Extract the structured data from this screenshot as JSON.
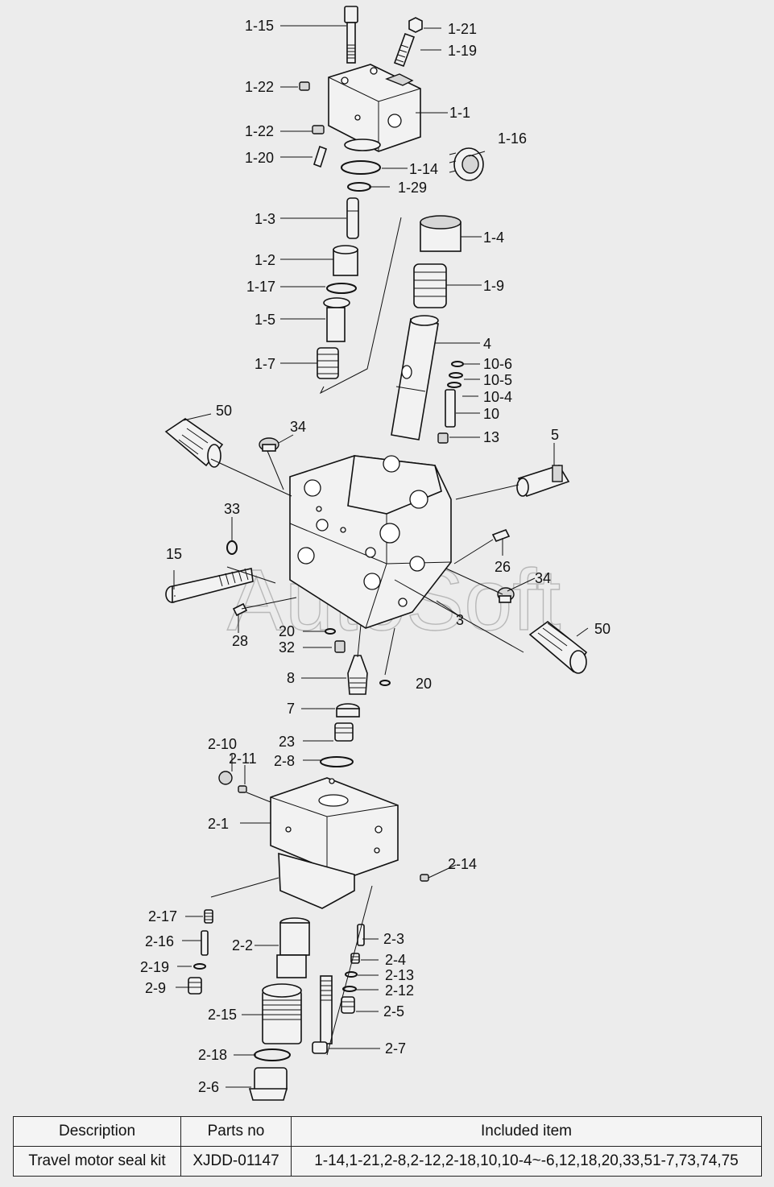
{
  "watermark": "AutoSoft",
  "callouts": {
    "c1_15": "1-15",
    "c1_21": "1-21",
    "c1_19": "1-19",
    "c1_22a": "1-22",
    "c1_1": "1-1",
    "c1_22b": "1-22",
    "c1_16": "1-16",
    "c1_20": "1-20",
    "c1_14": "1-14",
    "c1_29": "1-29",
    "c1_3": "1-3",
    "c1_4": "1-4",
    "c1_2": "1-2",
    "c1_17": "1-17",
    "c1_9": "1-9",
    "c1_5": "1-5",
    "c1_7": "1-7",
    "c4": "4",
    "c10_6": "10-6",
    "c10_5": "10-5",
    "c10_4": "10-4",
    "c10": "10",
    "c13": "13",
    "c50a": "50",
    "c34a": "34",
    "c5": "5",
    "c33": "33",
    "c15": "15",
    "c26": "26",
    "c34b": "34",
    "c50b": "50",
    "c3": "3",
    "c20a": "20",
    "c28": "28",
    "c32": "32",
    "c8": "8",
    "c20b": "20",
    "c7": "7",
    "c23": "23",
    "c2_10": "2-10",
    "c2_11": "2-11",
    "c2_8": "2-8",
    "c2_1": "2-1",
    "c2_14": "2-14",
    "c2_17": "2-17",
    "c2_16": "2-16",
    "c2_2": "2-2",
    "c2_3": "2-3",
    "c2_4": "2-4",
    "c2_19": "2-19",
    "c2_13": "2-13",
    "c2_9": "2-9",
    "c2_12": "2-12",
    "c2_15": "2-15",
    "c2_5": "2-5",
    "c2_18": "2-18",
    "c2_7": "2-7",
    "c2_6": "2-6"
  },
  "table": {
    "headers": [
      "Description",
      "Parts no",
      "Included item"
    ],
    "rows": [
      [
        "Travel motor seal kit",
        "XJDD-01147",
        "1-14,1-21,2-8,2-12,2-18,10,10-4~-6,12,18,20,33,51-7,73,74,75"
      ]
    ]
  }
}
